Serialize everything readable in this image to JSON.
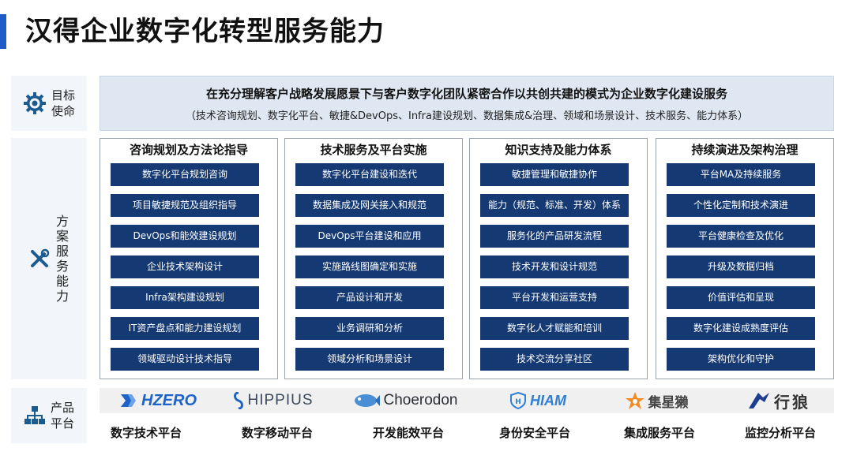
{
  "title": "汉得企业数字化转型服务能力",
  "sections": {
    "mission": {
      "label_line1": "目标",
      "label_line2": "使命"
    },
    "solution": {
      "label_chars": [
        "方",
        "案",
        "服",
        "务",
        "能",
        "力"
      ]
    },
    "product": {
      "label_line1": "产品",
      "label_line2": "平台"
    }
  },
  "mission": {
    "main": "在充分理解客户战略发展愿景下与客户数字化团队紧密合作以共创共建的模式为企业数字化建设服务",
    "sub": "（技术咨询规划、数字化平台、敏捷&DevOps、Infra建设规划、数据集成&治理、领域和场景设计、技术服务、能力体系）"
  },
  "columns": [
    {
      "title": "咨询规划及方法论指导",
      "items": [
        "数字化平台规划咨询",
        "项目敏捷规范及组织指导",
        "DevOps和能效建设规划",
        "企业技术架构设计",
        "Infra架构建设规划",
        "IT资产盘点和能力建设规划",
        "领域驱动设计技术指导"
      ]
    },
    {
      "title": "技术服务及平台实施",
      "items": [
        "数字化平台建设和迭代",
        "数据集成及网关接入和规范",
        "DevOps平台建设和应用",
        "实施路线图确定和实施",
        "产品设计和开发",
        "业务调研和分析",
        "领域分析和场景设计"
      ]
    },
    {
      "title": "知识支持及能力体系",
      "items": [
        "敏捷管理和敏捷协作",
        "能力（规范、标准、开发）体系",
        "服务化的产品研发流程",
        "技术开发和设计规范",
        "平台开发和运营支持",
        "数字化人才赋能和培训",
        "技术交流分享社区"
      ]
    },
    {
      "title": "持续演进及架构治理",
      "items": [
        "平台MA及持续服务",
        "个性化定制和技术演进",
        "平台健康检查及优化",
        "升级及数据归档",
        "价值评估和呈现",
        "数字化建设成熟度评估",
        "架构优化和守护"
      ]
    }
  ],
  "products": [
    {
      "logo": "HZERO",
      "platform": "数字技术平台",
      "color": "#1e63c9"
    },
    {
      "logo": "HIPPIUS",
      "platform": "数字移动平台",
      "color": "#3a4a5c"
    },
    {
      "logo": "Choerodon",
      "platform": "开发能效平台",
      "color": "#2a2f36"
    },
    {
      "logo": "HIAM",
      "platform": "身份安全平台",
      "color": "#2f7fd6"
    },
    {
      "logo": "集星獭",
      "platform": "集成服务平台",
      "color": "#444444"
    },
    {
      "logo": "行狼",
      "platform": "监控分析平台",
      "color": "#333333"
    }
  ],
  "colors": {
    "accent": "#1e5cc8",
    "item_bg": "#153a73",
    "mission_bg": "#dfe8f2",
    "label_bg": "#f2f5fa",
    "icon": "#1c5b8f"
  }
}
